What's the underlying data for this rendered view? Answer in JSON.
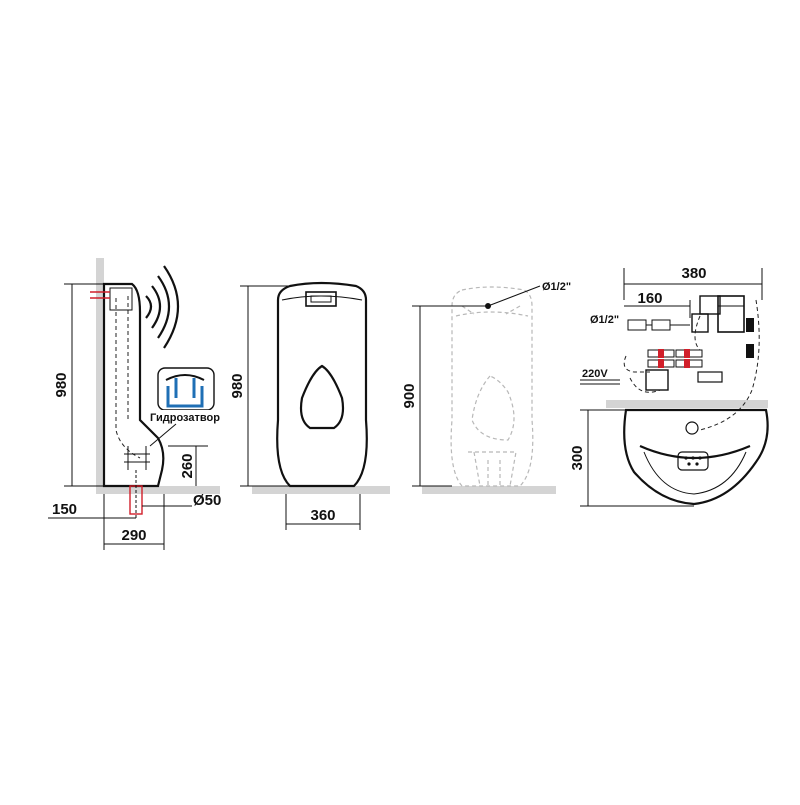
{
  "labels": {
    "side_height": "980",
    "side_wall_offset": "150",
    "side_depth": "290",
    "side_outlet_height": "260",
    "side_outlet_diameter": "Ø50",
    "water_seal": "Гидрозатвор",
    "front_height": "980",
    "front_width": "360",
    "ghost_inlet": "Ø1/2\"",
    "ghost_inlet_height": "900",
    "top_width": "380",
    "top_pipe_offset": "160",
    "top_inlet": "Ø1/2\"",
    "voltage": "220V",
    "top_depth": "300"
  },
  "icons": {
    "sensor": "sensor-wave-icon",
    "water_seal": "water-seal-icon"
  },
  "colors": {
    "line": "#111111",
    "floor": "#d4d4d4",
    "ghost": "#b8b8b8",
    "accent_red": "#d11f2a",
    "seal_blue": "#1f6fb5"
  }
}
